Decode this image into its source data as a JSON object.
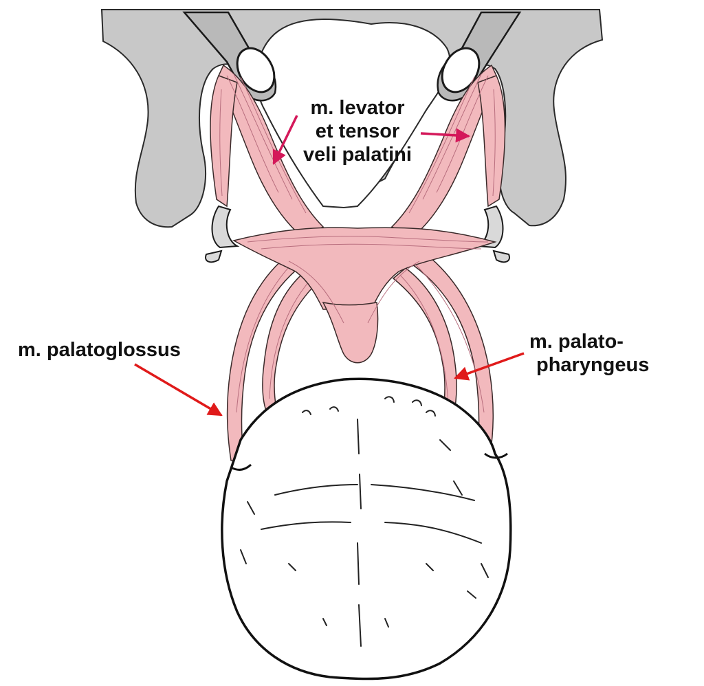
{
  "labels": {
    "levator_tensor": [
      "m. levator",
      "et tensor",
      "veli palatini"
    ],
    "palatoglossus": "m. palatoglossus",
    "palatopharyngeus": [
      "m. palato-",
      "pharyngeus"
    ]
  },
  "colors": {
    "bone": "#c8c8c8",
    "muscle": "#f2b9bd",
    "muscle_line": "#b86e7e",
    "outline": "#1a1a1a",
    "arrow_levator": "#d4185a",
    "arrow_side": "#e01a1a",
    "tongue": "#ffffff"
  },
  "icons": {
    "arrow": "arrow-icon"
  }
}
